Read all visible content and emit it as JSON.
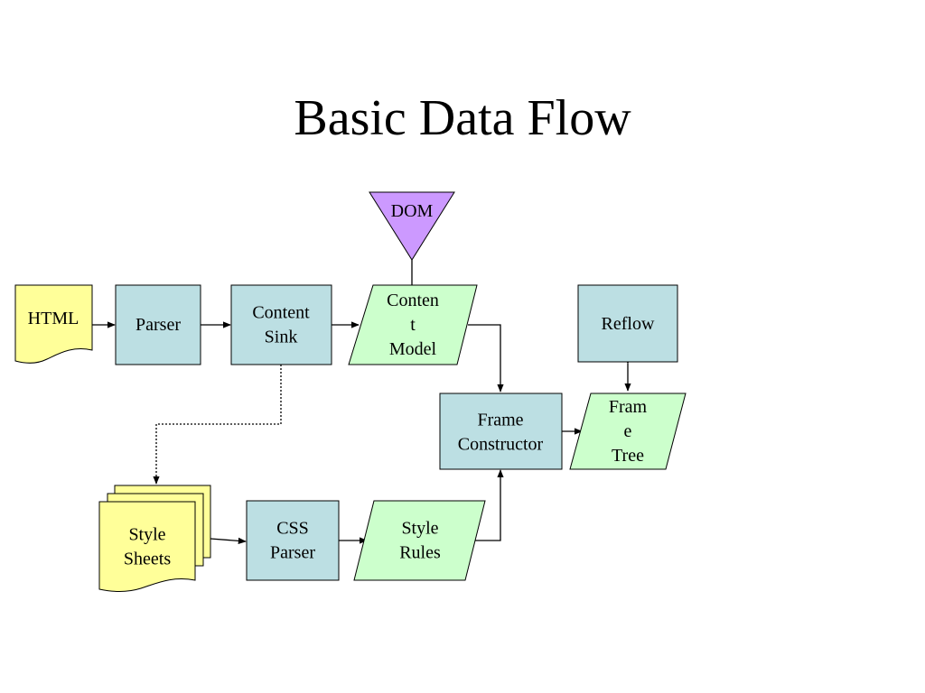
{
  "title": "Basic Data Flow",
  "colors": {
    "process": "#bcdfe3",
    "data": "#ccffcc",
    "document": "#ffff99",
    "dom": "#cc99ff"
  },
  "nodes": {
    "html": {
      "lines": [
        "HTML"
      ]
    },
    "parser": {
      "lines": [
        "Parser"
      ]
    },
    "content_sink": {
      "lines": [
        "Content",
        "Sink"
      ]
    },
    "content_model": {
      "lines": [
        "Conten",
        "t",
        "Model"
      ]
    },
    "dom": {
      "lines": [
        "DOM"
      ]
    },
    "reflow": {
      "lines": [
        "Reflow"
      ]
    },
    "frame_constructor": {
      "lines": [
        "Frame",
        "Constructor"
      ]
    },
    "frame_tree": {
      "lines": [
        "Fram",
        "e",
        "Tree"
      ]
    },
    "style_sheets": {
      "lines": [
        "Style",
        "Sheets"
      ]
    },
    "css_parser": {
      "lines": [
        "CSS",
        "Parser"
      ]
    },
    "style_rules": {
      "lines": [
        "Style",
        "Rules"
      ]
    }
  }
}
